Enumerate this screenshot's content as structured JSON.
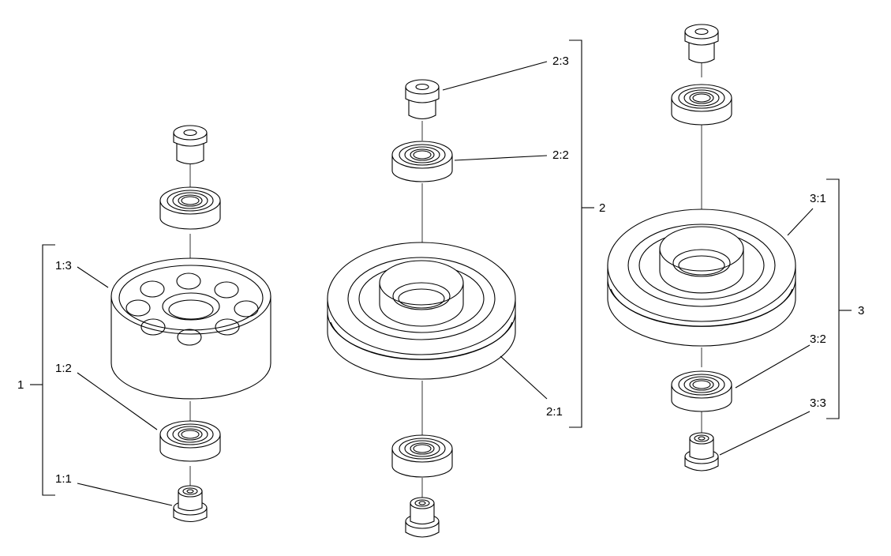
{
  "assemblies": [
    {
      "label": "1",
      "parts": [
        {
          "label": "1:1",
          "name": "bushing"
        },
        {
          "label": "1:2",
          "name": "bearing"
        },
        {
          "label": "1:3",
          "name": "pulley-hub"
        }
      ]
    },
    {
      "label": "2",
      "parts": [
        {
          "label": "2:1",
          "name": "v-groove-pulley"
        },
        {
          "label": "2:2",
          "name": "bearing"
        },
        {
          "label": "2:3",
          "name": "bushing"
        }
      ]
    },
    {
      "label": "3",
      "parts": [
        {
          "label": "3:1",
          "name": "v-groove-pulley"
        },
        {
          "label": "3:2",
          "name": "bearing"
        },
        {
          "label": "3:3",
          "name": "bushing"
        }
      ]
    }
  ],
  "colors": {
    "line": "#000000",
    "background": "#ffffff"
  }
}
